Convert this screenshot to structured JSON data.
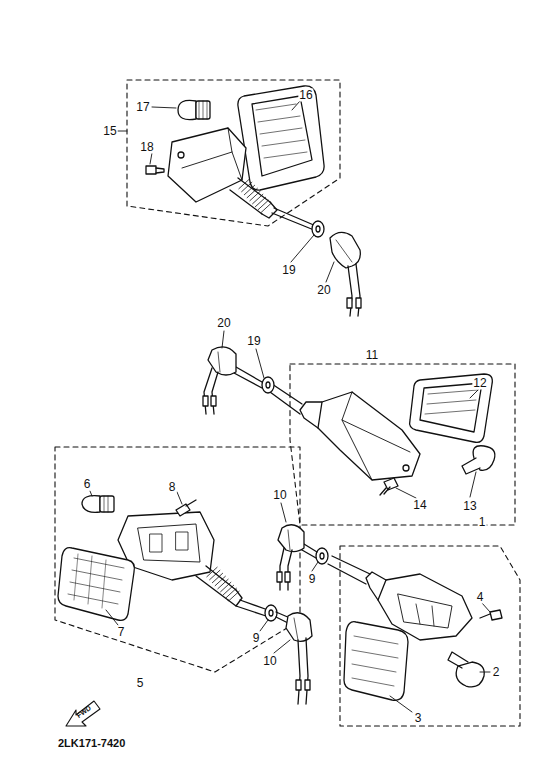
{
  "diagram": {
    "labels": [
      "17",
      "16",
      "15",
      "18",
      "19",
      "20",
      "20",
      "19",
      "11",
      "12",
      "13",
      "14",
      "6",
      "8",
      "10",
      "10",
      "9",
      "9",
      "7",
      "5",
      "4",
      "1",
      "2",
      "3",
      "FWD",
      "2LK171-7420"
    ]
  }
}
